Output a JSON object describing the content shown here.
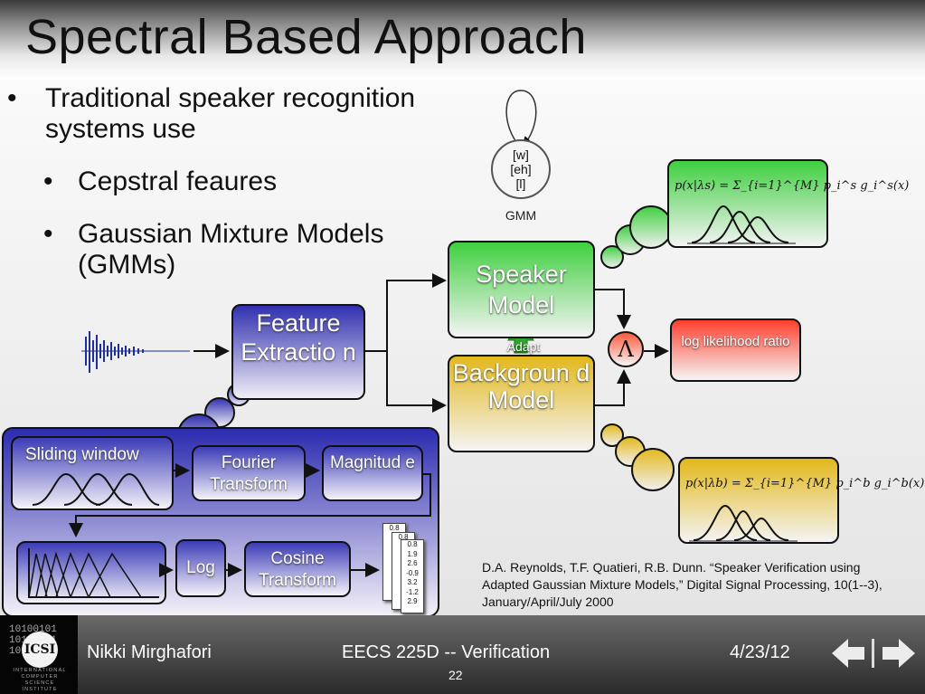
{
  "slide": {
    "title": "Spectral Based Approach",
    "bullets": {
      "main": "Traditional speaker recognition systems use",
      "sub1": "Cepstral feaures",
      "sub2": "Gaussian Mixture Models (GMMs)",
      "dot": "•"
    }
  },
  "diagram": {
    "gmm_states": [
      "[w]",
      "[eh]",
      "[l]"
    ],
    "gmm_label": "GMM",
    "feature_extraction": "Feature Extractio n",
    "speaker_model": "Speaker Model",
    "background_model": "Backgroun d Model",
    "adapt": "Adapt",
    "lambda": "Λ",
    "llr": "log likelihood ratio",
    "eq_speaker": "p(x|λs) = Σ_{i=1}^{M} p_i^s g_i^s(x)",
    "eq_background": "p(x|λb) = Σ_{i=1}^{M} p_i^b g_i^b(x)",
    "sliding_window": "Sliding window",
    "fourier": "Fourier Transform",
    "magnitude": "Magnitud e",
    "log": "Log",
    "cosine": "Cosine Transform",
    "cepstra": [
      "0.8",
      "1.9",
      "2.6",
      "-0.9",
      "3.2",
      "-1.2",
      "2.9"
    ],
    "colors": {
      "green": "#3fcf3f",
      "gold": "#e3b81c",
      "purple": "#3030b0",
      "red": "#ff3f2e"
    }
  },
  "reference": "D.A. Reynolds, T.F. Quatieri, R.B. Dunn. “Speaker Verification using Adapted Gaussian Mixture Models,” Digital Signal Processing, 10(1--3), January/April/July 2000",
  "footer": {
    "logo_bits": "10100101",
    "logo_name": "ICSI",
    "logo_sub": "INTERNATIONAL COMPUTER SCIENCE INSTITUTE",
    "author": "Nikki Mirghafori",
    "course": "EECS 225D -- Verification",
    "date": "4/23/12",
    "page": "22",
    "prev_icon": "arrow-left-icon",
    "next_icon": "arrow-right-icon"
  }
}
